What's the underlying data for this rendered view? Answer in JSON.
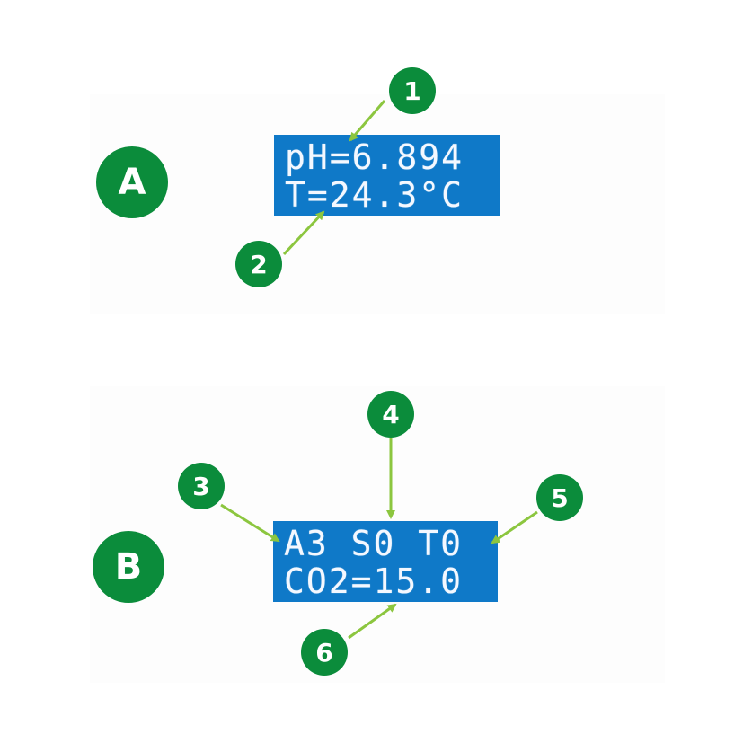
{
  "colors": {
    "badge": "#0b8c3b",
    "lcd_background": "#0f79c8",
    "lcd_text": "#f4f8ff",
    "arrow": "#8cc63f"
  },
  "sections": [
    {
      "label": "A",
      "display": {
        "line1": "pH=6.894",
        "line2": "T=24.3°C"
      },
      "callouts": [
        "1",
        "2"
      ]
    },
    {
      "label": "B",
      "display": {
        "line1": "A3 S0 T0",
        "line2": "CO2=15.0"
      },
      "callouts": [
        "3",
        "4",
        "5",
        "6"
      ]
    }
  ]
}
